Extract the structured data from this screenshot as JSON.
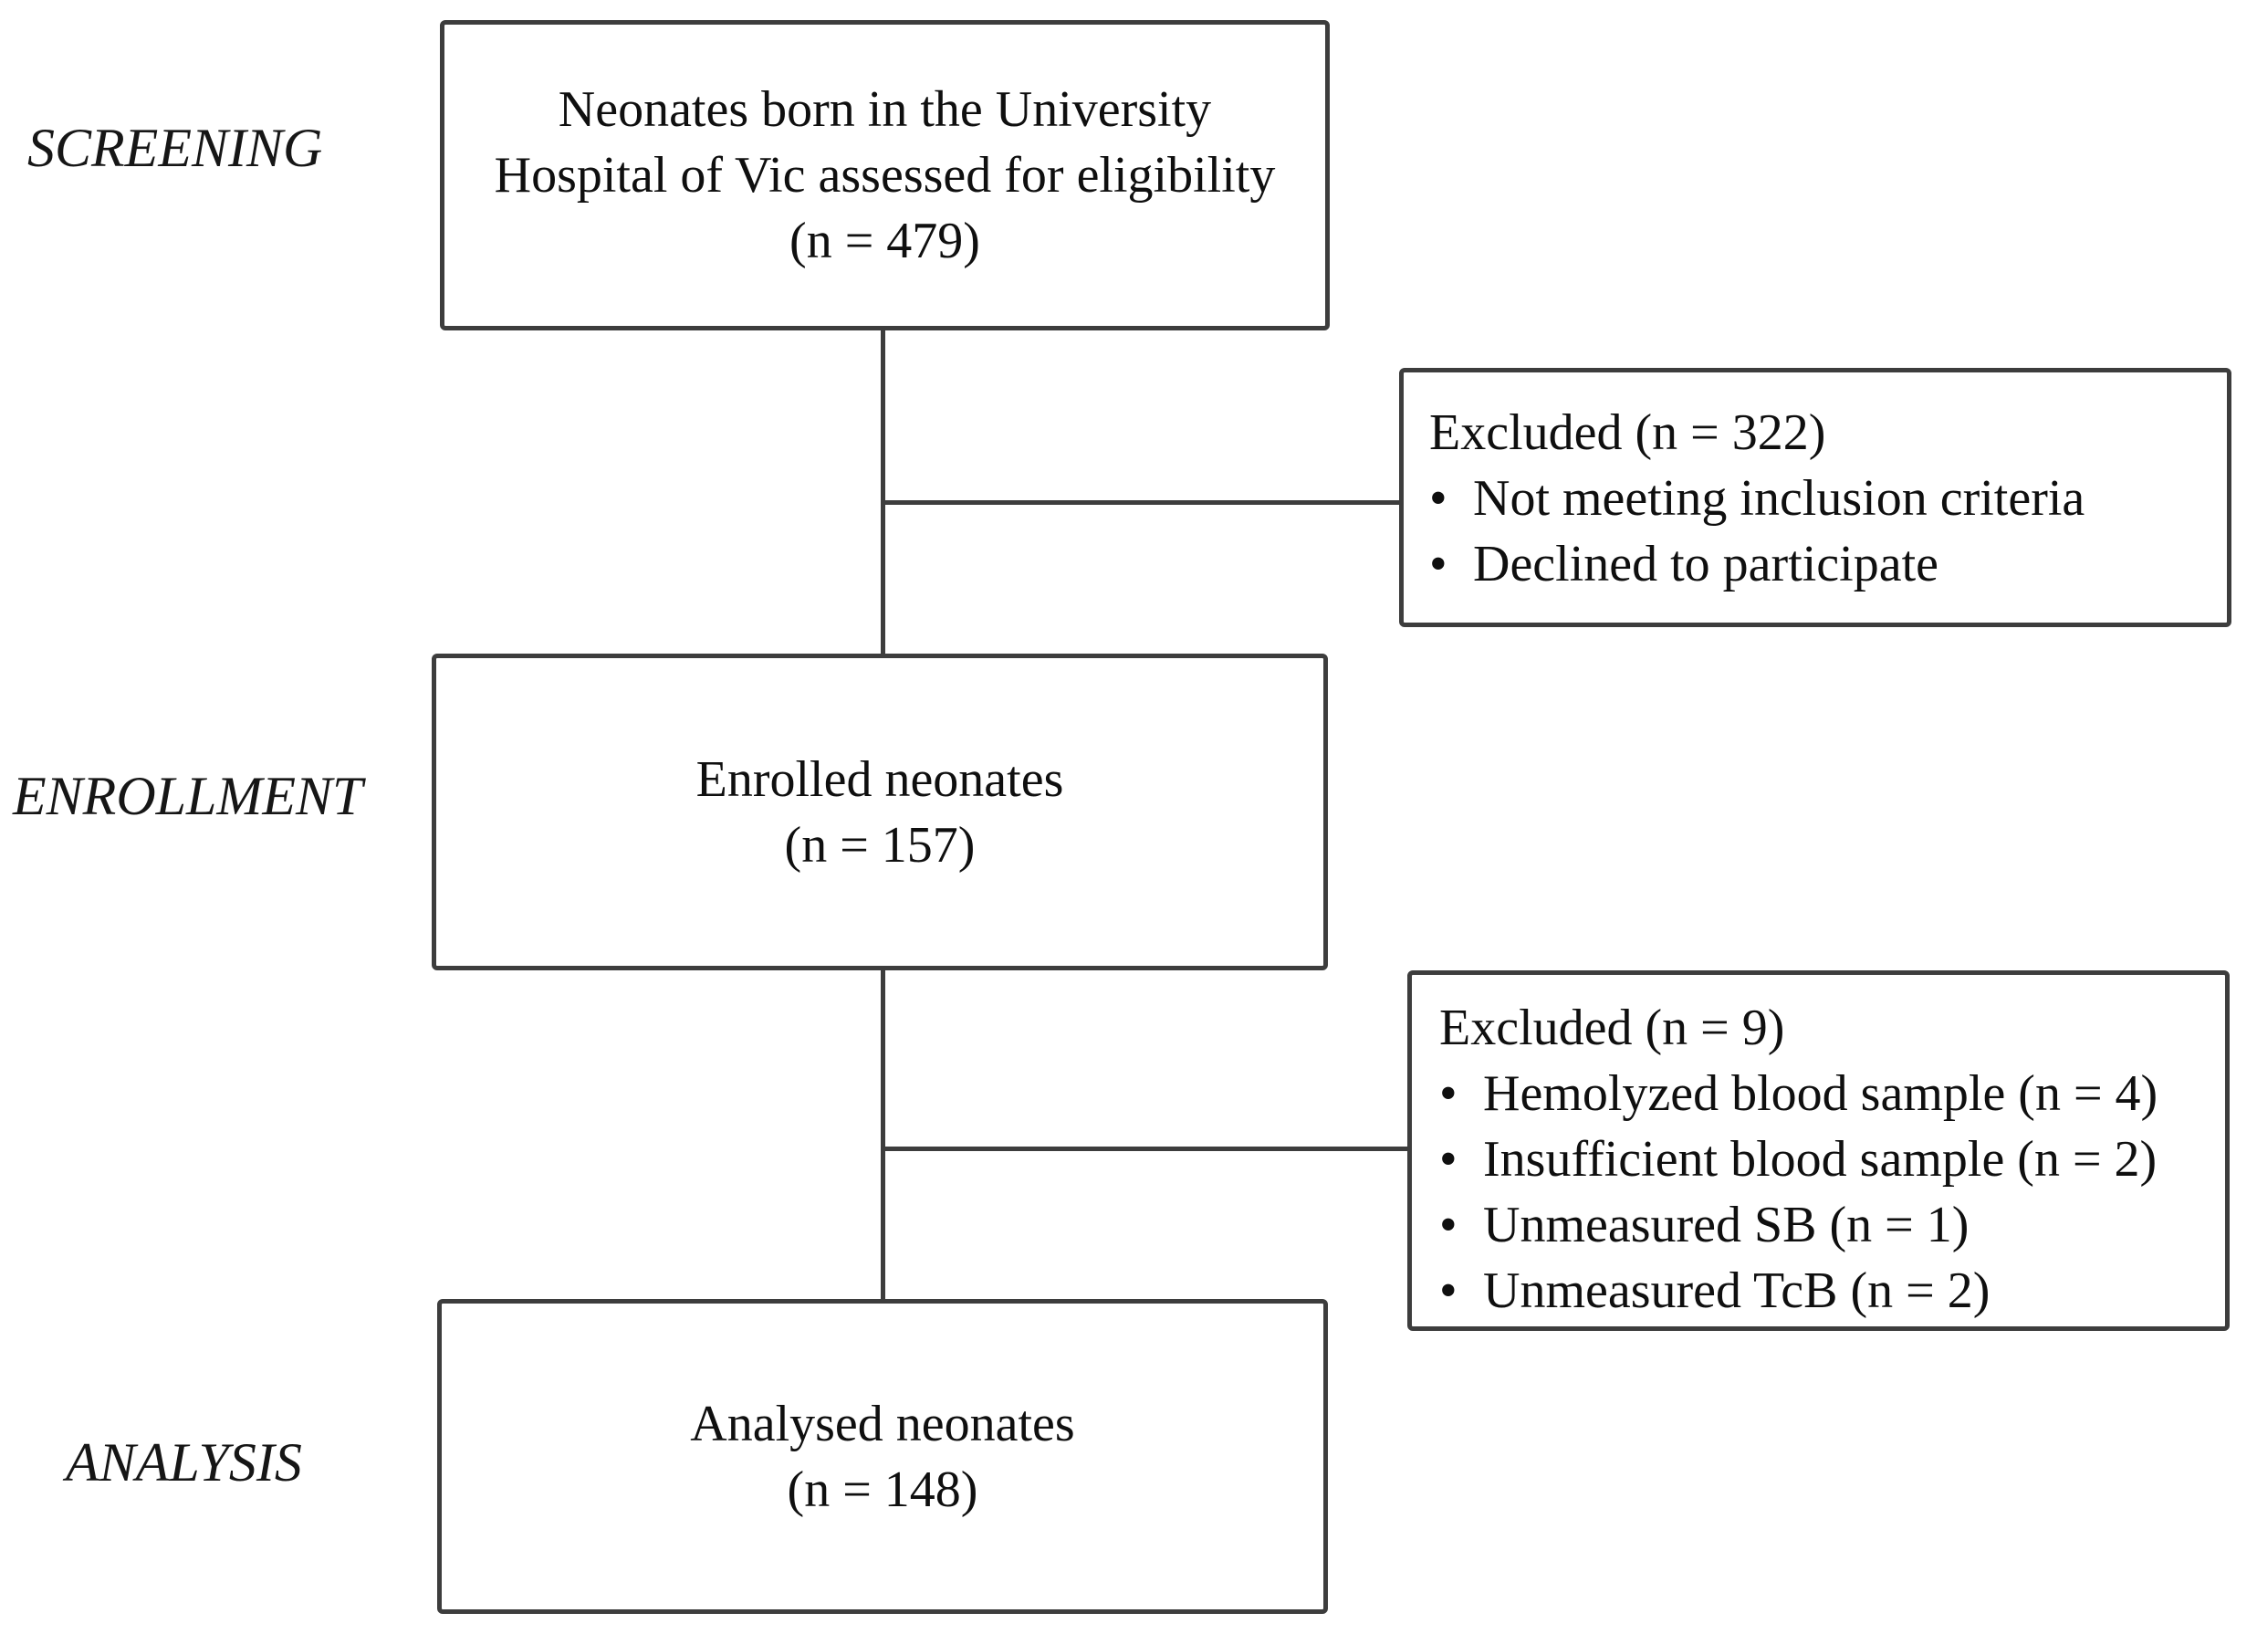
{
  "flowchart": {
    "type": "study-flow-diagram",
    "bullet_char": "•",
    "colors": {
      "background": "#ffffff",
      "border": "#3d3d3d",
      "connector": "#3d3d3d",
      "text": "#0f0f0f"
    },
    "stage_labels": [
      {
        "id": "screening",
        "label": "SCREENING"
      },
      {
        "id": "enrollment",
        "label": "ENROLLMENT"
      },
      {
        "id": "analysis",
        "label": "ANALYSIS"
      }
    ],
    "screening_box": {
      "line1": "Neonates born in the University",
      "line2": "Hospital of Vic assessed for eligibility",
      "count": "(n = 479)"
    },
    "excluded_screening_box": {
      "title": "Excluded (n = 322)",
      "bullets": [
        "Not meeting inclusion criteria",
        "Declined to participate"
      ]
    },
    "enrollment_box": {
      "line1": "Enrolled neonates",
      "count": "(n = 157)"
    },
    "excluded_enrollment_box": {
      "title": "Excluded (n = 9)",
      "bullets": [
        "Hemolyzed blood sample (n = 4)",
        "Insufficient blood sample (n = 2)",
        "Unmeasured SB (n = 1)",
        "Unmeasured TcB (n = 2)"
      ]
    },
    "analysis_box": {
      "line1": "Analysed neonates",
      "count": "(n = 148)"
    }
  }
}
